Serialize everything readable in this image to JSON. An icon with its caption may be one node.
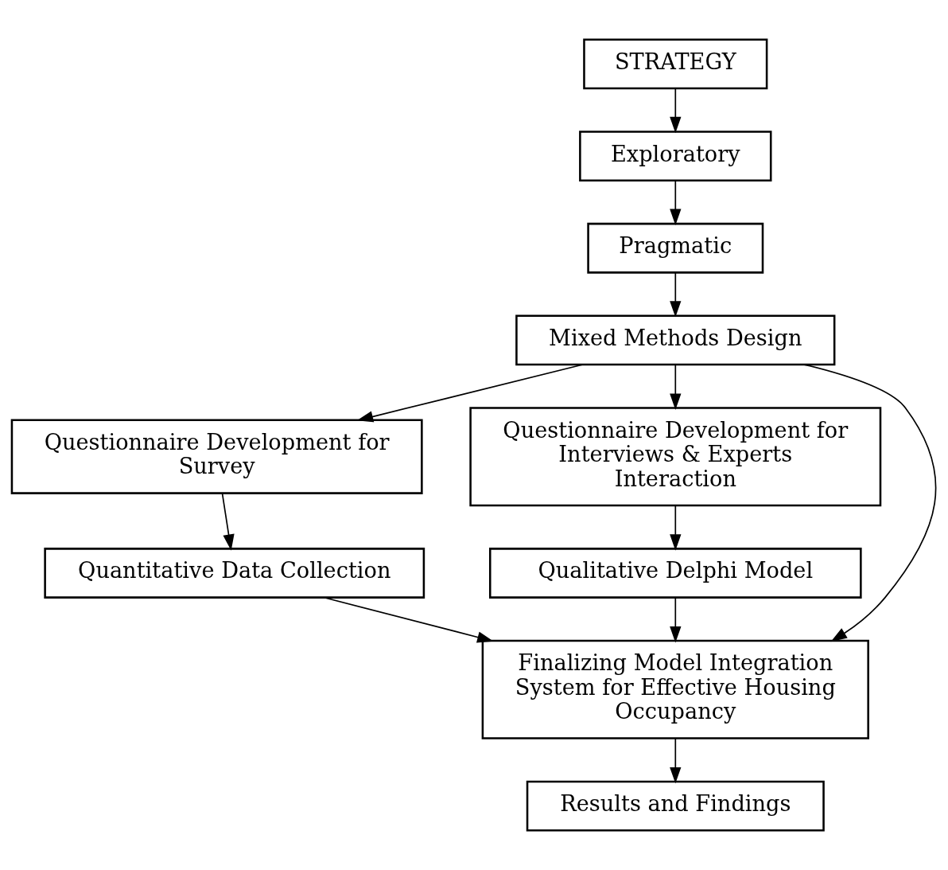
{
  "diagram": {
    "nodes": [
      {
        "text": [
          "STRATEGY"
        ]
      },
      {
        "text": [
          "Exploratory"
        ]
      },
      {
        "text": [
          "Pragmatic"
        ]
      },
      {
        "text": [
          "Mixed Methods Design"
        ]
      },
      {
        "text": [
          "Questionnaire Development for Survey"
        ]
      },
      {
        "text": [
          "Questionnaire Development for Interviews & Experts Interaction"
        ]
      },
      {
        "text": [
          "Quantitative Data Collection"
        ]
      },
      {
        "text": [
          "Qualitative Delphi Model"
        ]
      },
      {
        "text": [
          "Finalizing Model Integration System for Effective Housing Occupancy"
        ]
      },
      {
        "text": [
          "Results and Findings"
        ]
      }
    ],
    "edges": [
      {
        "from": 0,
        "to": 1,
        "arrow": "to"
      },
      {
        "from": 1,
        "to": 2,
        "arrow": "to"
      },
      {
        "from": 2,
        "to": 3,
        "arrow": "to"
      },
      {
        "from": 3,
        "to": 4,
        "arrow": "to"
      },
      {
        "from": 3,
        "to": 8,
        "arrow": "to"
      },
      {
        "from": 3,
        "to": 5,
        "arrow": "to"
      },
      {
        "from": 4,
        "to": 6,
        "arrow": "to"
      },
      {
        "from": 5,
        "to": 7,
        "arrow": "to"
      },
      {
        "from": 6,
        "to": 8,
        "arrow": "to"
      },
      {
        "from": 7,
        "to": 8,
        "arrow": "to"
      },
      {
        "from": 8,
        "to": 9,
        "arrow": "to"
      }
    ]
  }
}
